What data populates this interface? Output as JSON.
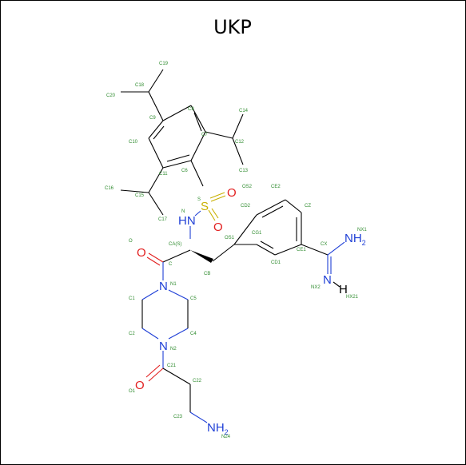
{
  "title": "UKP",
  "colors": {
    "carbon_label": "#2e8b2e",
    "nitrogen": "#1f3fd6",
    "oxygen": "#e21f1f",
    "sulfur": "#c9b000",
    "bond": "#000000"
  },
  "heteroatoms": {
    "s": "S",
    "o_sulfonyl_1": "O",
    "o_sulfonyl_2": "O",
    "nh": "HN",
    "o_carbonyl": "O",
    "n1": "N",
    "n2": "N",
    "o_carbonyl_2": "O",
    "nh2_top": "NH",
    "nh2_top_sub": "2",
    "n_imine": "N",
    "h_imine": "H",
    "nh2_bottom": "NH",
    "nh2_bottom_sub": "2"
  },
  "atom_labels": {
    "c19": "C19",
    "c18": "C18",
    "c20": "C20",
    "c8": "C8",
    "c14": "C14",
    "c9": "C9",
    "c7": "C7",
    "c12": "C12",
    "c10": "C10",
    "c13": "C13",
    "c6": "C6",
    "c11": "C11",
    "c16": "C16",
    "c15": "C15",
    "c17": "C17",
    "n": "N",
    "s": "S",
    "os2": "OS2",
    "os1": "OS1",
    "ce2": "CE2",
    "cd2": "CD2",
    "cz": "CZ",
    "nx1": "NX1",
    "cg1": "CG1",
    "cx": "CX",
    "ce1": "CE1",
    "o": "O",
    "ca": "CA(S)",
    "c": "C",
    "cd1": "CD1",
    "cb": "CB",
    "nx2": "NX2",
    "hx21": "HX21",
    "n1": "N1",
    "c1": "C1",
    "c5": "C5",
    "c2": "C2",
    "c4": "C4",
    "n2": "N2",
    "c21": "C21",
    "c22": "C22",
    "o1": "O1",
    "c23": "C23",
    "n24": "N24"
  }
}
